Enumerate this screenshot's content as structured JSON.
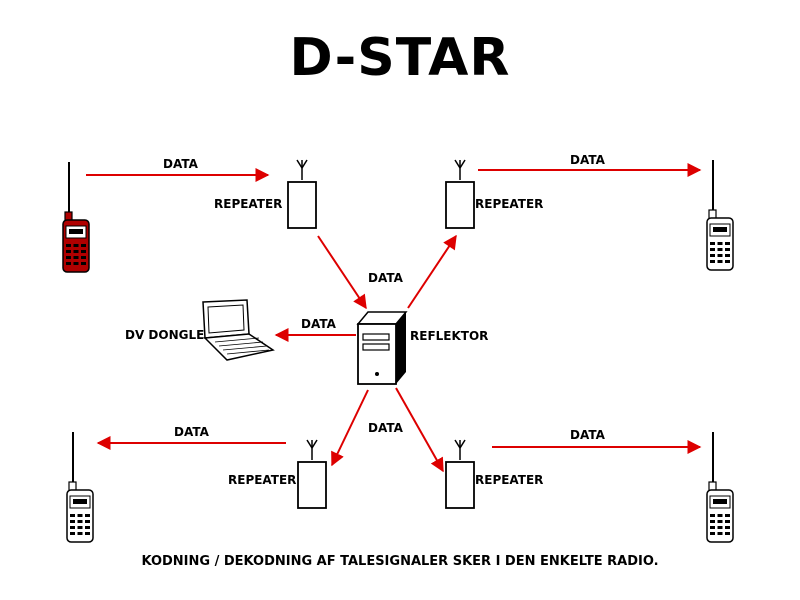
{
  "title": "D-STAR",
  "caption": "KODNING / DEKODNING AF TALESIGNALER SKER I DEN ENKELTE RADIO.",
  "colors": {
    "arrow": "#dd0000",
    "radio_active": "#b00000",
    "line": "#000000"
  },
  "labels": {
    "data": "DATA",
    "repeater": "REPEATER",
    "reflector": "REFLEKTOR",
    "dongle": "DV DONGLE"
  },
  "icons": [
    "handheld-radio-icon",
    "repeater-icon",
    "server-icon",
    "laptop-icon"
  ]
}
